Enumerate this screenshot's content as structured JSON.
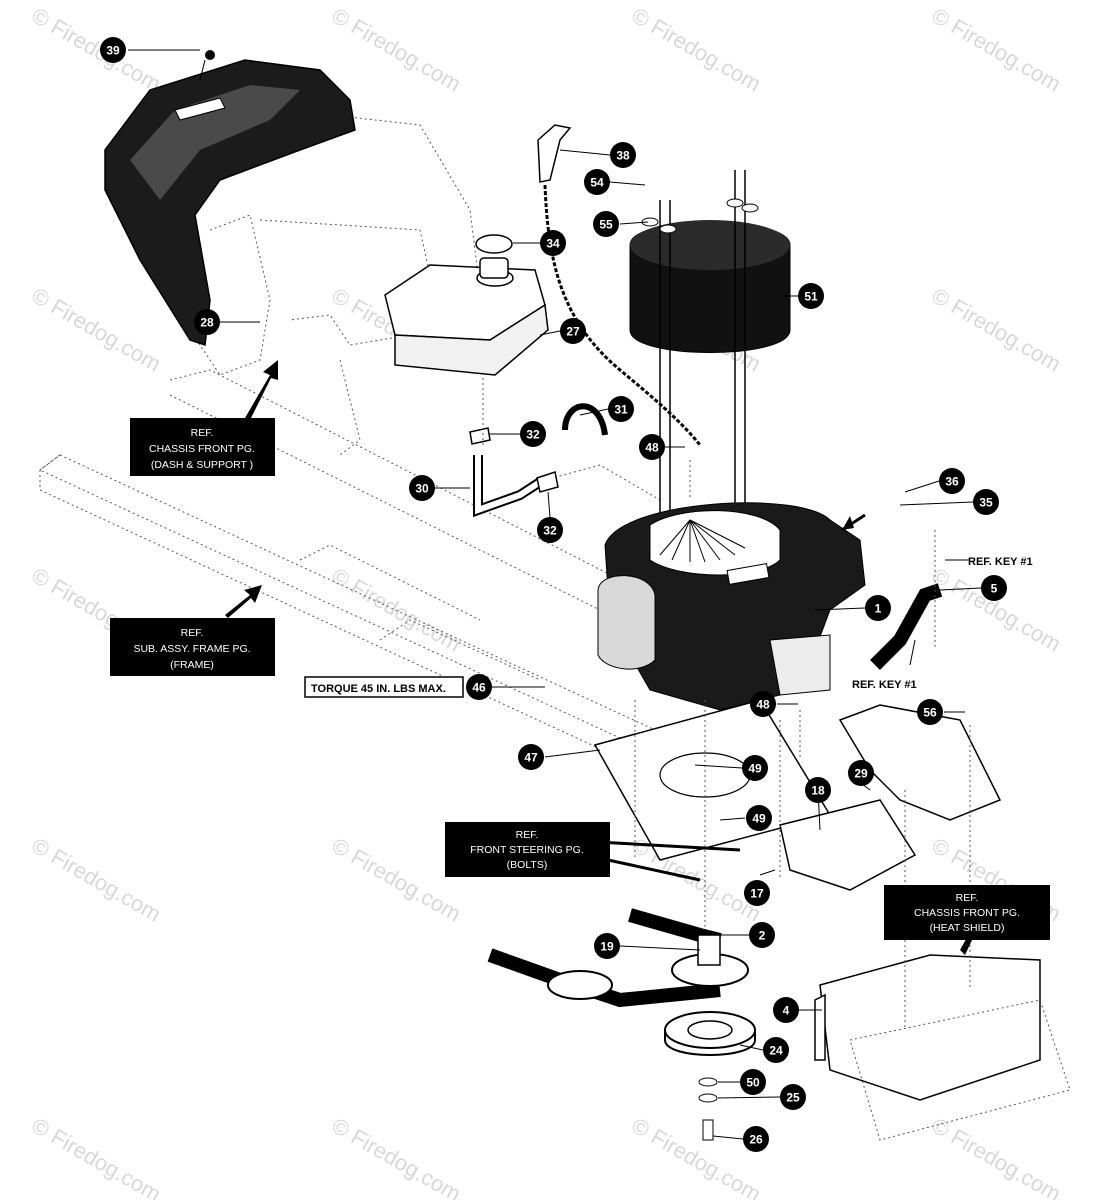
{
  "watermark": "© Firedog.com",
  "callouts": [
    {
      "id": "39",
      "label": "39"
    },
    {
      "id": "38",
      "label": "38"
    },
    {
      "id": "54",
      "label": "54"
    },
    {
      "id": "55",
      "label": "55"
    },
    {
      "id": "34",
      "label": "34"
    },
    {
      "id": "51",
      "label": "51"
    },
    {
      "id": "28",
      "label": "28"
    },
    {
      "id": "27",
      "label": "27"
    },
    {
      "id": "31",
      "label": "31"
    },
    {
      "id": "32a",
      "label": "32"
    },
    {
      "id": "48a",
      "label": "48"
    },
    {
      "id": "30",
      "label": "30"
    },
    {
      "id": "32b",
      "label": "32"
    },
    {
      "id": "36",
      "label": "36"
    },
    {
      "id": "35",
      "label": "35"
    },
    {
      "id": "5",
      "label": "5"
    },
    {
      "id": "1",
      "label": "1"
    },
    {
      "id": "46",
      "label": "46"
    },
    {
      "id": "48b",
      "label": "48"
    },
    {
      "id": "56",
      "label": "56"
    },
    {
      "id": "47",
      "label": "47"
    },
    {
      "id": "49a",
      "label": "49"
    },
    {
      "id": "29",
      "label": "29"
    },
    {
      "id": "18",
      "label": "18"
    },
    {
      "id": "49b",
      "label": "49"
    },
    {
      "id": "17",
      "label": "17"
    },
    {
      "id": "2",
      "label": "2"
    },
    {
      "id": "19",
      "label": "19"
    },
    {
      "id": "4",
      "label": "4"
    },
    {
      "id": "24",
      "label": "24"
    },
    {
      "id": "50",
      "label": "50"
    },
    {
      "id": "25",
      "label": "25"
    },
    {
      "id": "26",
      "label": "26"
    }
  ],
  "reference_boxes": [
    {
      "id": "dash",
      "lines": [
        "REF.",
        "CHASSIS FRONT PG.",
        "(DASH & SUPPORT )"
      ]
    },
    {
      "id": "frame",
      "lines": [
        "REF.",
        "SUB. ASSY. FRAME PG.",
        "(FRAME)"
      ]
    },
    {
      "id": "steering",
      "lines": [
        "REF.",
        "FRONT STEERING PG.",
        "(BOLTS)"
      ]
    },
    {
      "id": "heatshield",
      "lines": [
        "REF.",
        "CHASSIS FRONT PG.",
        "(HEAT SHIELD)"
      ]
    }
  ],
  "ref_key_labels": [
    "REF. KEY #1",
    "REF. KEY #1"
  ],
  "torque_label": "TORQUE 45 IN. LBS MAX.",
  "colors": {
    "callout_fill": "#000000",
    "callout_text": "#ffffff",
    "ref_box": "#000000",
    "watermark": "#d8d8d8"
  }
}
